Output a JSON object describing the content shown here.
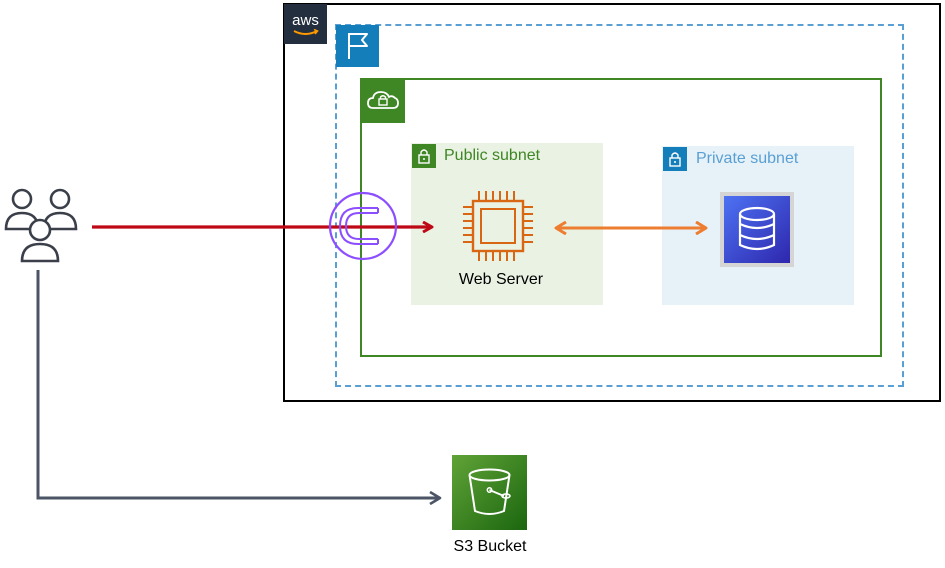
{
  "diagram": {
    "public_subnet": {
      "label": "Public subnet"
    },
    "private_subnet": {
      "label": "Private subnet"
    },
    "web_server": {
      "label": "Web Server"
    },
    "s3": {
      "label": "S3 Bucket"
    },
    "aws_logo_text": "aws"
  },
  "colors": {
    "aws_dark": "#232f3e",
    "region_blue": "#147eba",
    "vpc_green": "#3f8624",
    "ec2_orange": "#d86613",
    "internet_red": "#bf0816",
    "gateway_purple": "#8c4fff",
    "user_line": "#4b5566"
  },
  "icons": [
    "users-icon",
    "aws-logo-icon",
    "region-flag-icon",
    "vpc-cloud-lock-icon",
    "lock-icon",
    "internet-gateway-icon",
    "ec2-chip-icon",
    "database-icon",
    "s3-bucket-icon"
  ]
}
